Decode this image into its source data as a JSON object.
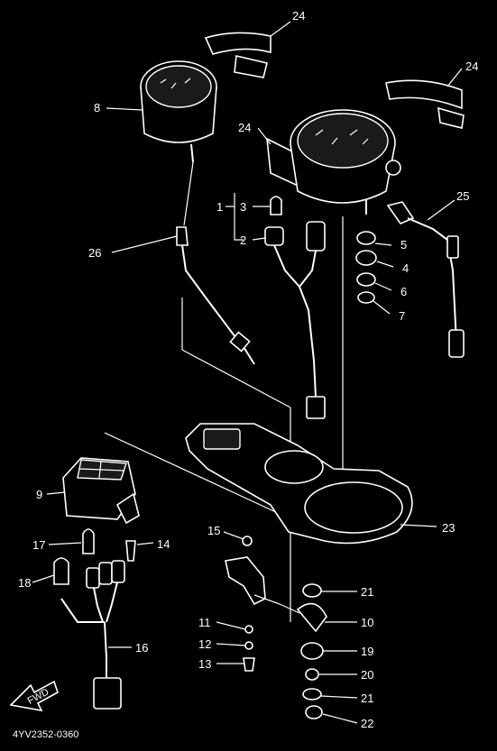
{
  "diagram": {
    "part_code": "4YV2352-0360",
    "fwd_label": "FWD",
    "callouts": [
      {
        "id": "c24a",
        "text": "24"
      },
      {
        "id": "c24b",
        "text": "24"
      },
      {
        "id": "c24c",
        "text": "24"
      },
      {
        "id": "c8",
        "text": "8"
      },
      {
        "id": "c1",
        "text": "1"
      },
      {
        "id": "c3",
        "text": "3"
      },
      {
        "id": "c2",
        "text": "2"
      },
      {
        "id": "c25",
        "text": "25"
      },
      {
        "id": "c26",
        "text": "26"
      },
      {
        "id": "c5",
        "text": "5"
      },
      {
        "id": "c4",
        "text": "4"
      },
      {
        "id": "c6",
        "text": "6"
      },
      {
        "id": "c7",
        "text": "7"
      },
      {
        "id": "c9",
        "text": "9"
      },
      {
        "id": "c23",
        "text": "23"
      },
      {
        "id": "c15",
        "text": "15"
      },
      {
        "id": "c17",
        "text": "17"
      },
      {
        "id": "c14",
        "text": "14"
      },
      {
        "id": "c18",
        "text": "18"
      },
      {
        "id": "c21a",
        "text": "21"
      },
      {
        "id": "c10",
        "text": "10"
      },
      {
        "id": "c11",
        "text": "11"
      },
      {
        "id": "c12",
        "text": "12"
      },
      {
        "id": "c19",
        "text": "19"
      },
      {
        "id": "c16",
        "text": "16"
      },
      {
        "id": "c13",
        "text": "13"
      },
      {
        "id": "c20",
        "text": "20"
      },
      {
        "id": "c21b",
        "text": "21"
      },
      {
        "id": "c22",
        "text": "22"
      }
    ]
  }
}
